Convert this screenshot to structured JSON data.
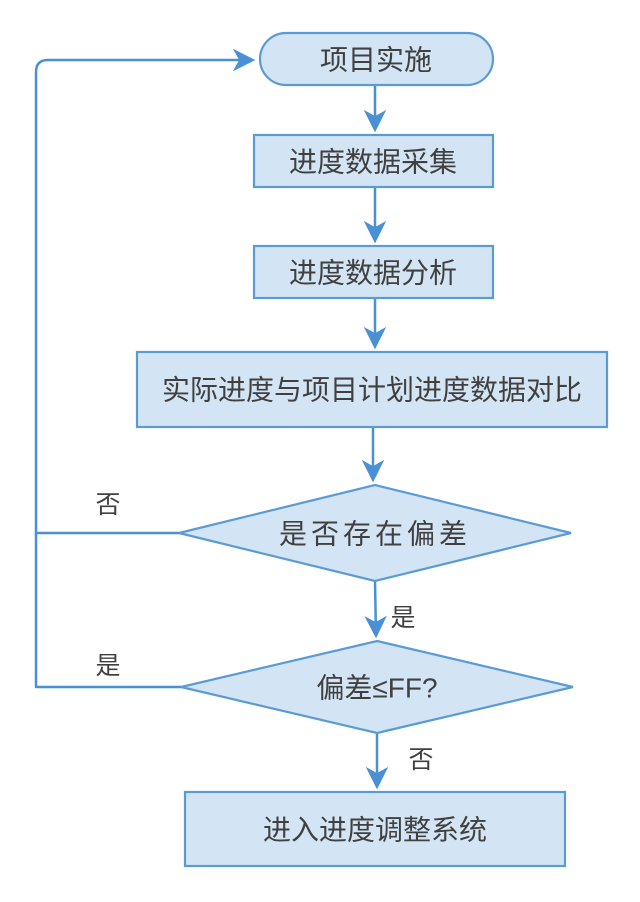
{
  "diagram": {
    "type": "flowchart",
    "nodes": [
      {
        "id": "start",
        "shape": "terminator",
        "label": "项目实施"
      },
      {
        "id": "collect",
        "shape": "process",
        "label": "进度数据采集"
      },
      {
        "id": "analyze",
        "shape": "process",
        "label": "进度数据分析"
      },
      {
        "id": "compare",
        "shape": "process",
        "label": "实际进度与项目计划进度数据对比"
      },
      {
        "id": "has-deviation",
        "shape": "decision",
        "label": "是否存在偏差"
      },
      {
        "id": "within-ff",
        "shape": "decision",
        "label": "偏差≤FF?"
      },
      {
        "id": "adjust",
        "shape": "process",
        "label": "进入进度调整系统"
      }
    ],
    "edges": [
      {
        "from": "start",
        "to": "collect",
        "label": ""
      },
      {
        "from": "collect",
        "to": "analyze",
        "label": ""
      },
      {
        "from": "analyze",
        "to": "compare",
        "label": ""
      },
      {
        "from": "compare",
        "to": "has-deviation",
        "label": ""
      },
      {
        "from": "has-deviation",
        "to": "within-ff",
        "label": "是"
      },
      {
        "from": "has-deviation",
        "to": "start",
        "label": "否"
      },
      {
        "from": "within-ff",
        "to": "adjust",
        "label": "否"
      },
      {
        "from": "within-ff",
        "to": "start",
        "label": "是"
      }
    ]
  },
  "colors": {
    "node_fill": "#d3e5f4",
    "node_stroke": "#5b9bd5",
    "edge_stroke": "#4a90d5",
    "text": "#404040",
    "background": "#ffffff"
  }
}
